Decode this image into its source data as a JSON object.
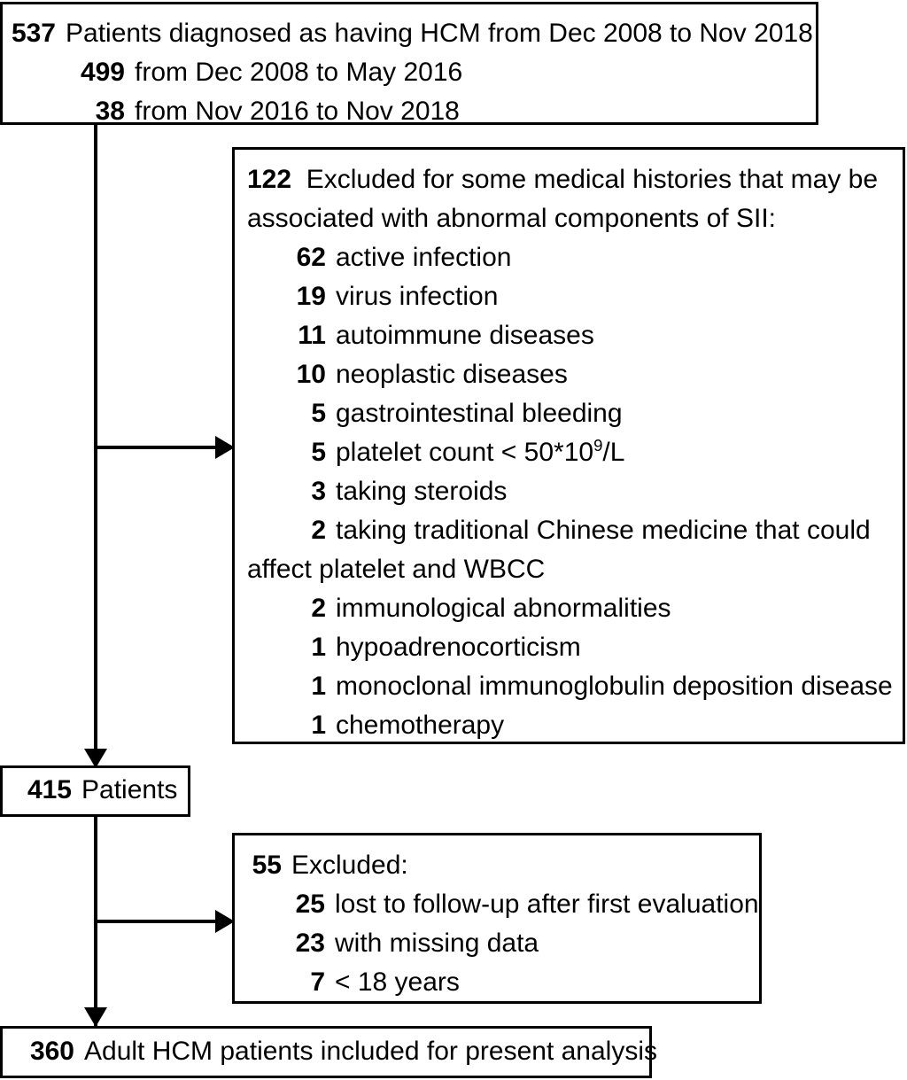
{
  "figure": {
    "type": "patient-flow-diagram",
    "stroke_color": "#000000",
    "background_color": "#ffffff"
  },
  "box_enrolled": {
    "main": {
      "count": "537",
      "text": "Patients diagnosed as having HCM from Dec 2008 to Nov 2018"
    },
    "sub": [
      {
        "count": "499",
        "text": "from Dec 2008 to May 2016"
      },
      {
        "count": "38",
        "text": "from Nov 2016 to Nov 2018"
      }
    ]
  },
  "box_excluded_medical": {
    "lead_count": "122",
    "lead_text": "Excluded for some medical histories that may be associated with abnormal components of SII:",
    "items": [
      {
        "count": "62",
        "text": "active infection"
      },
      {
        "count": "19",
        "text": "virus infection"
      },
      {
        "count": "11",
        "text": "autoimmune diseases"
      },
      {
        "count": "10",
        "text": "neoplastic diseases"
      },
      {
        "count": "5",
        "text": "gastrointestinal bleeding"
      },
      {
        "count": "5",
        "text": "platelet count < 50*10",
        "sup": "9",
        "text_after": "/L"
      },
      {
        "count": "3",
        "text": "taking steroids"
      },
      {
        "count": "2",
        "text": "taking traditional Chinese medicine that could"
      },
      {
        "count": "2",
        "text": "immunological abnormalities"
      },
      {
        "count": "1",
        "text": "hypoadrenocorticism"
      },
      {
        "count": "1",
        "text": "monoclonal immunoglobulin deposition disease"
      },
      {
        "count": "1",
        "text": "chemotherapy"
      }
    ],
    "wrap_continuation": "affect platelet and WBCC"
  },
  "box_patients_415": {
    "count": "415",
    "text": "Patients"
  },
  "box_excluded_followup": {
    "lead_count": "55",
    "lead_text": "Excluded:",
    "items": [
      {
        "count": "25",
        "text": "lost to follow-up after first evaluation"
      },
      {
        "count": "23",
        "text": "with missing data"
      },
      {
        "count": "7",
        "text": "< 18 years"
      }
    ]
  },
  "box_final": {
    "count": "360",
    "text": "Adult HCM patients included for present analysis"
  }
}
